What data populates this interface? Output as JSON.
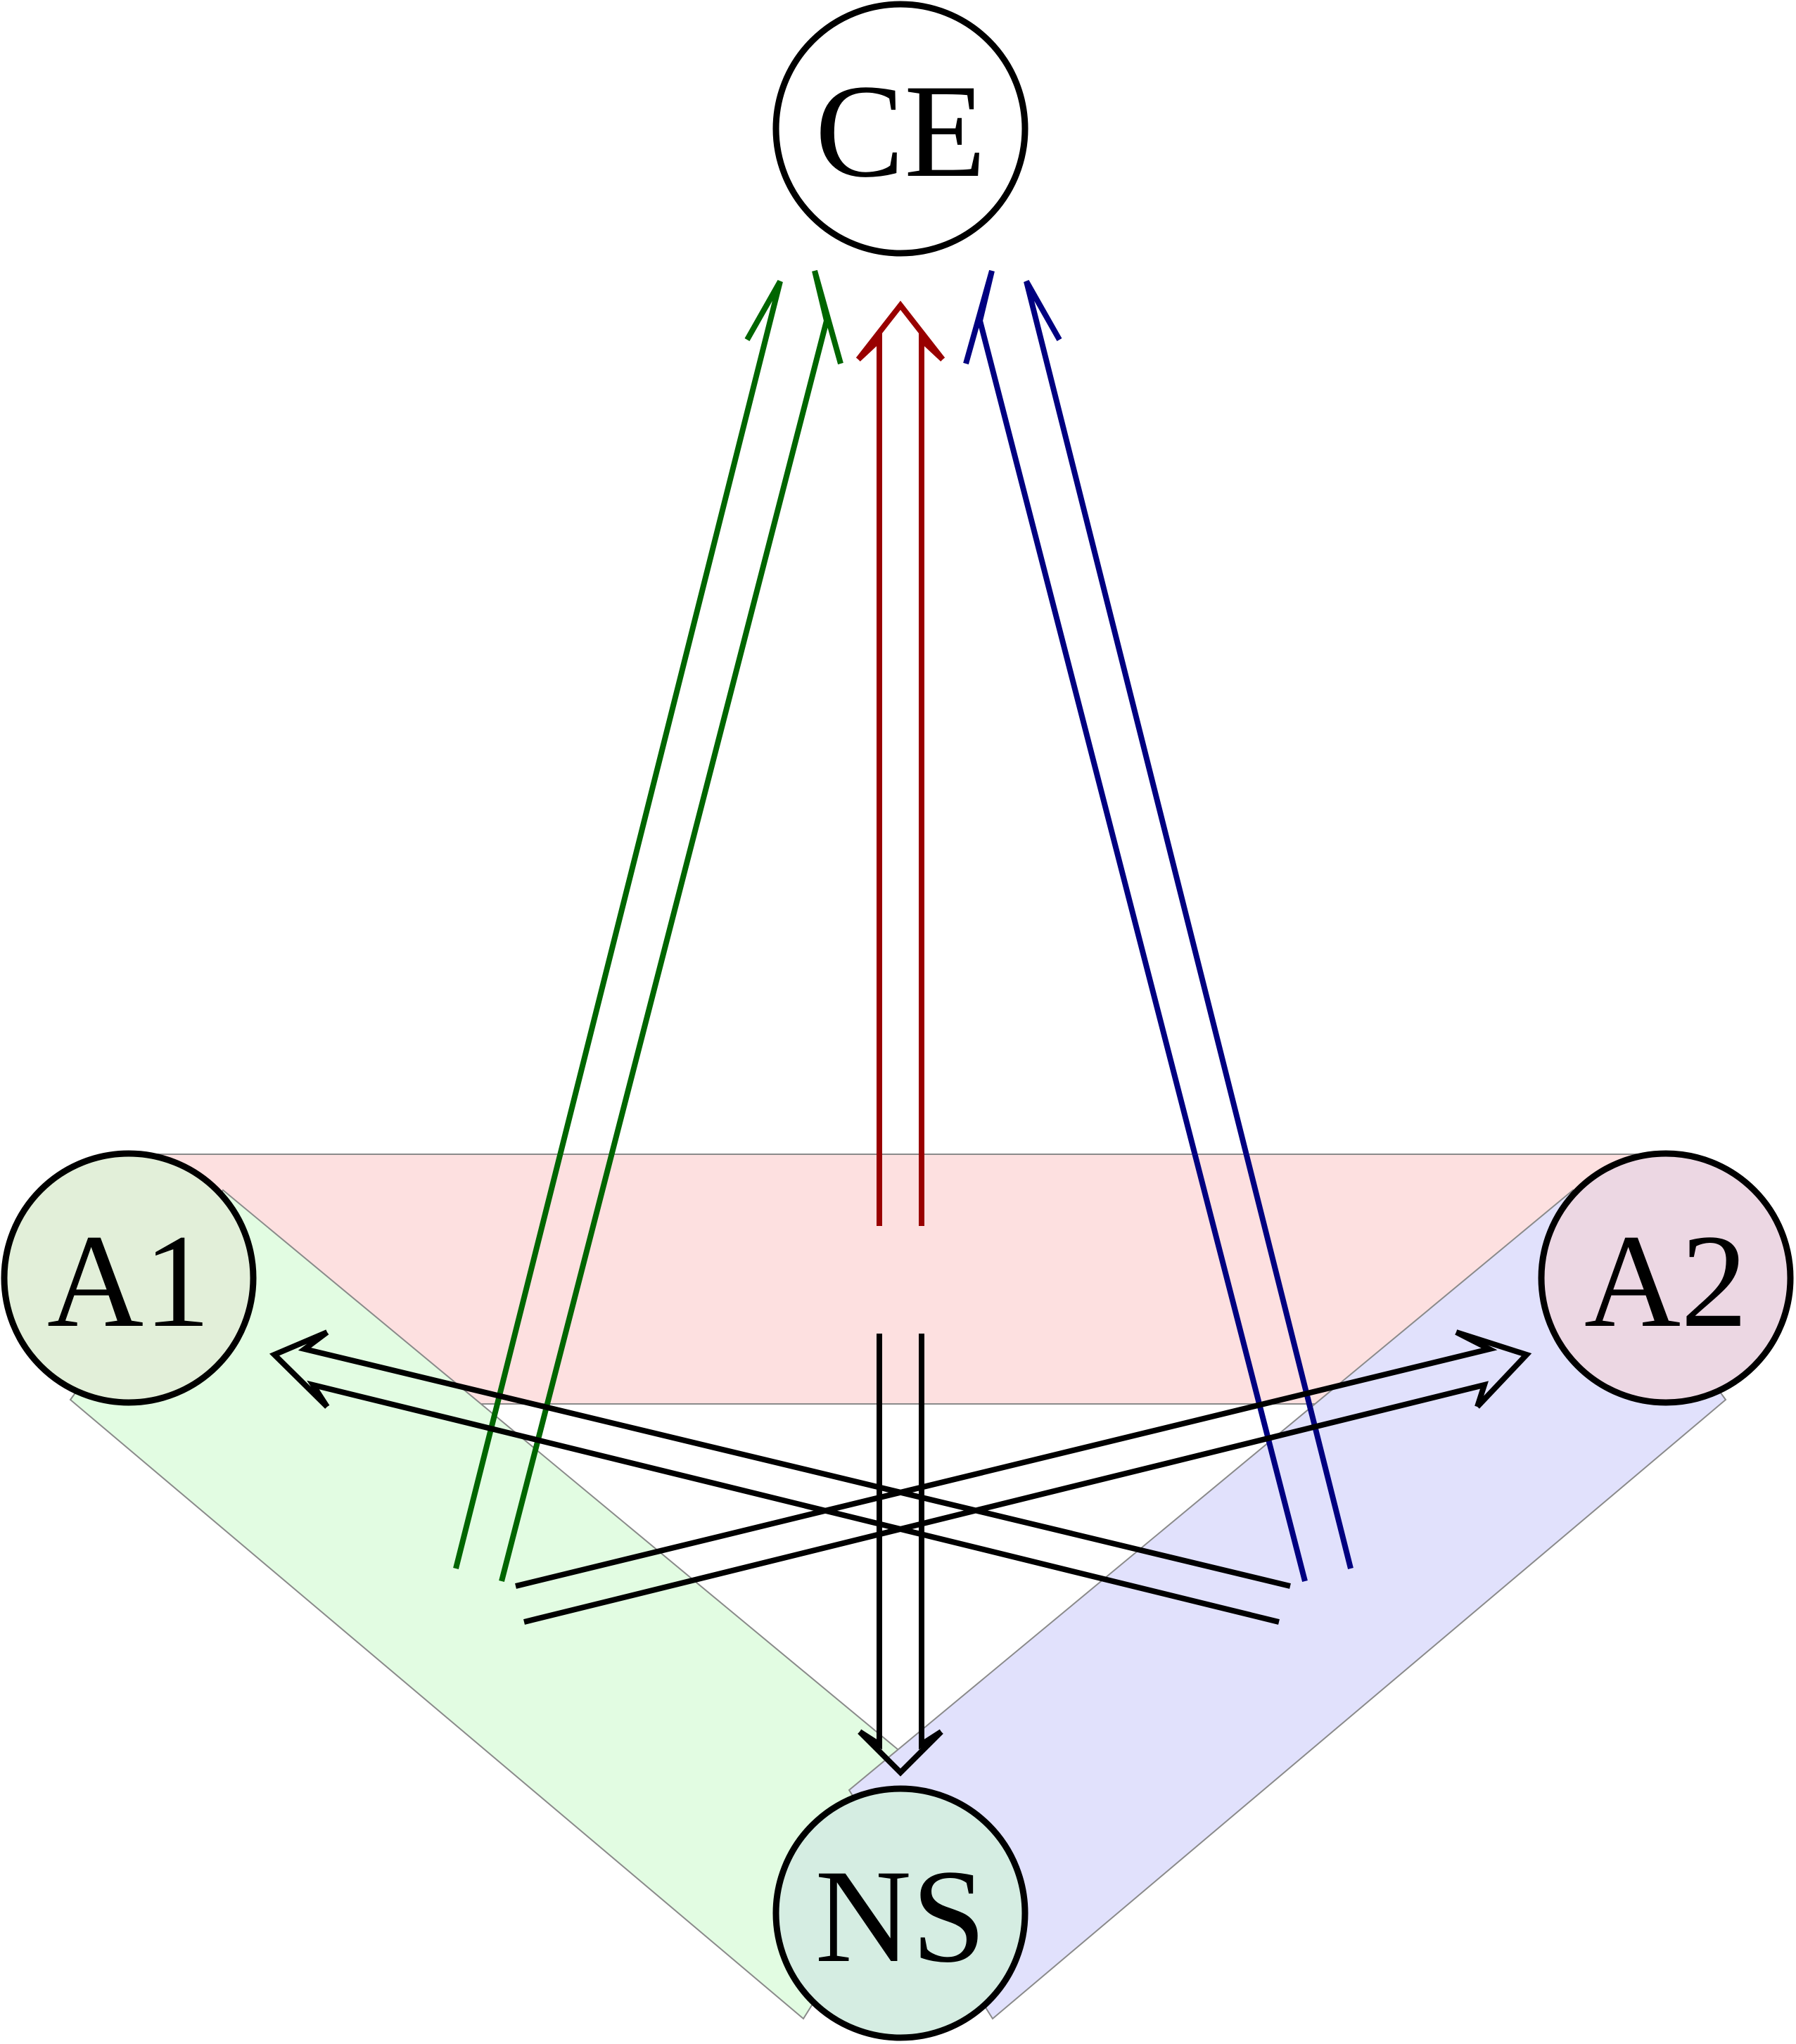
{
  "nodes": {
    "ce": {
      "label": "CE",
      "fill": "#ffffff"
    },
    "a1": {
      "label": "A1",
      "fill": "#e2efd9"
    },
    "a2": {
      "label": "A2",
      "fill": "#ecd7e3"
    },
    "ns": {
      "label": "NS",
      "fill": "#d5ede2"
    }
  },
  "bands": {
    "a1_a2": {
      "fill": "#fde0e0"
    },
    "a1_ns": {
      "fill": "#e2fce2"
    },
    "a2_ns": {
      "fill": "#e1e1fc"
    }
  },
  "arrows": {
    "a1_ns_to_ce": {
      "color": "#006600"
    },
    "a1_a2_to_ce": {
      "color": "#990000"
    },
    "a2_ns_to_ce": {
      "color": "#000080"
    },
    "a1_a2_to_ns": {
      "color": "#000000"
    },
    "a1_ns_to_a2": {
      "color": "#000000"
    },
    "a2_ns_to_a1": {
      "color": "#000000"
    }
  }
}
